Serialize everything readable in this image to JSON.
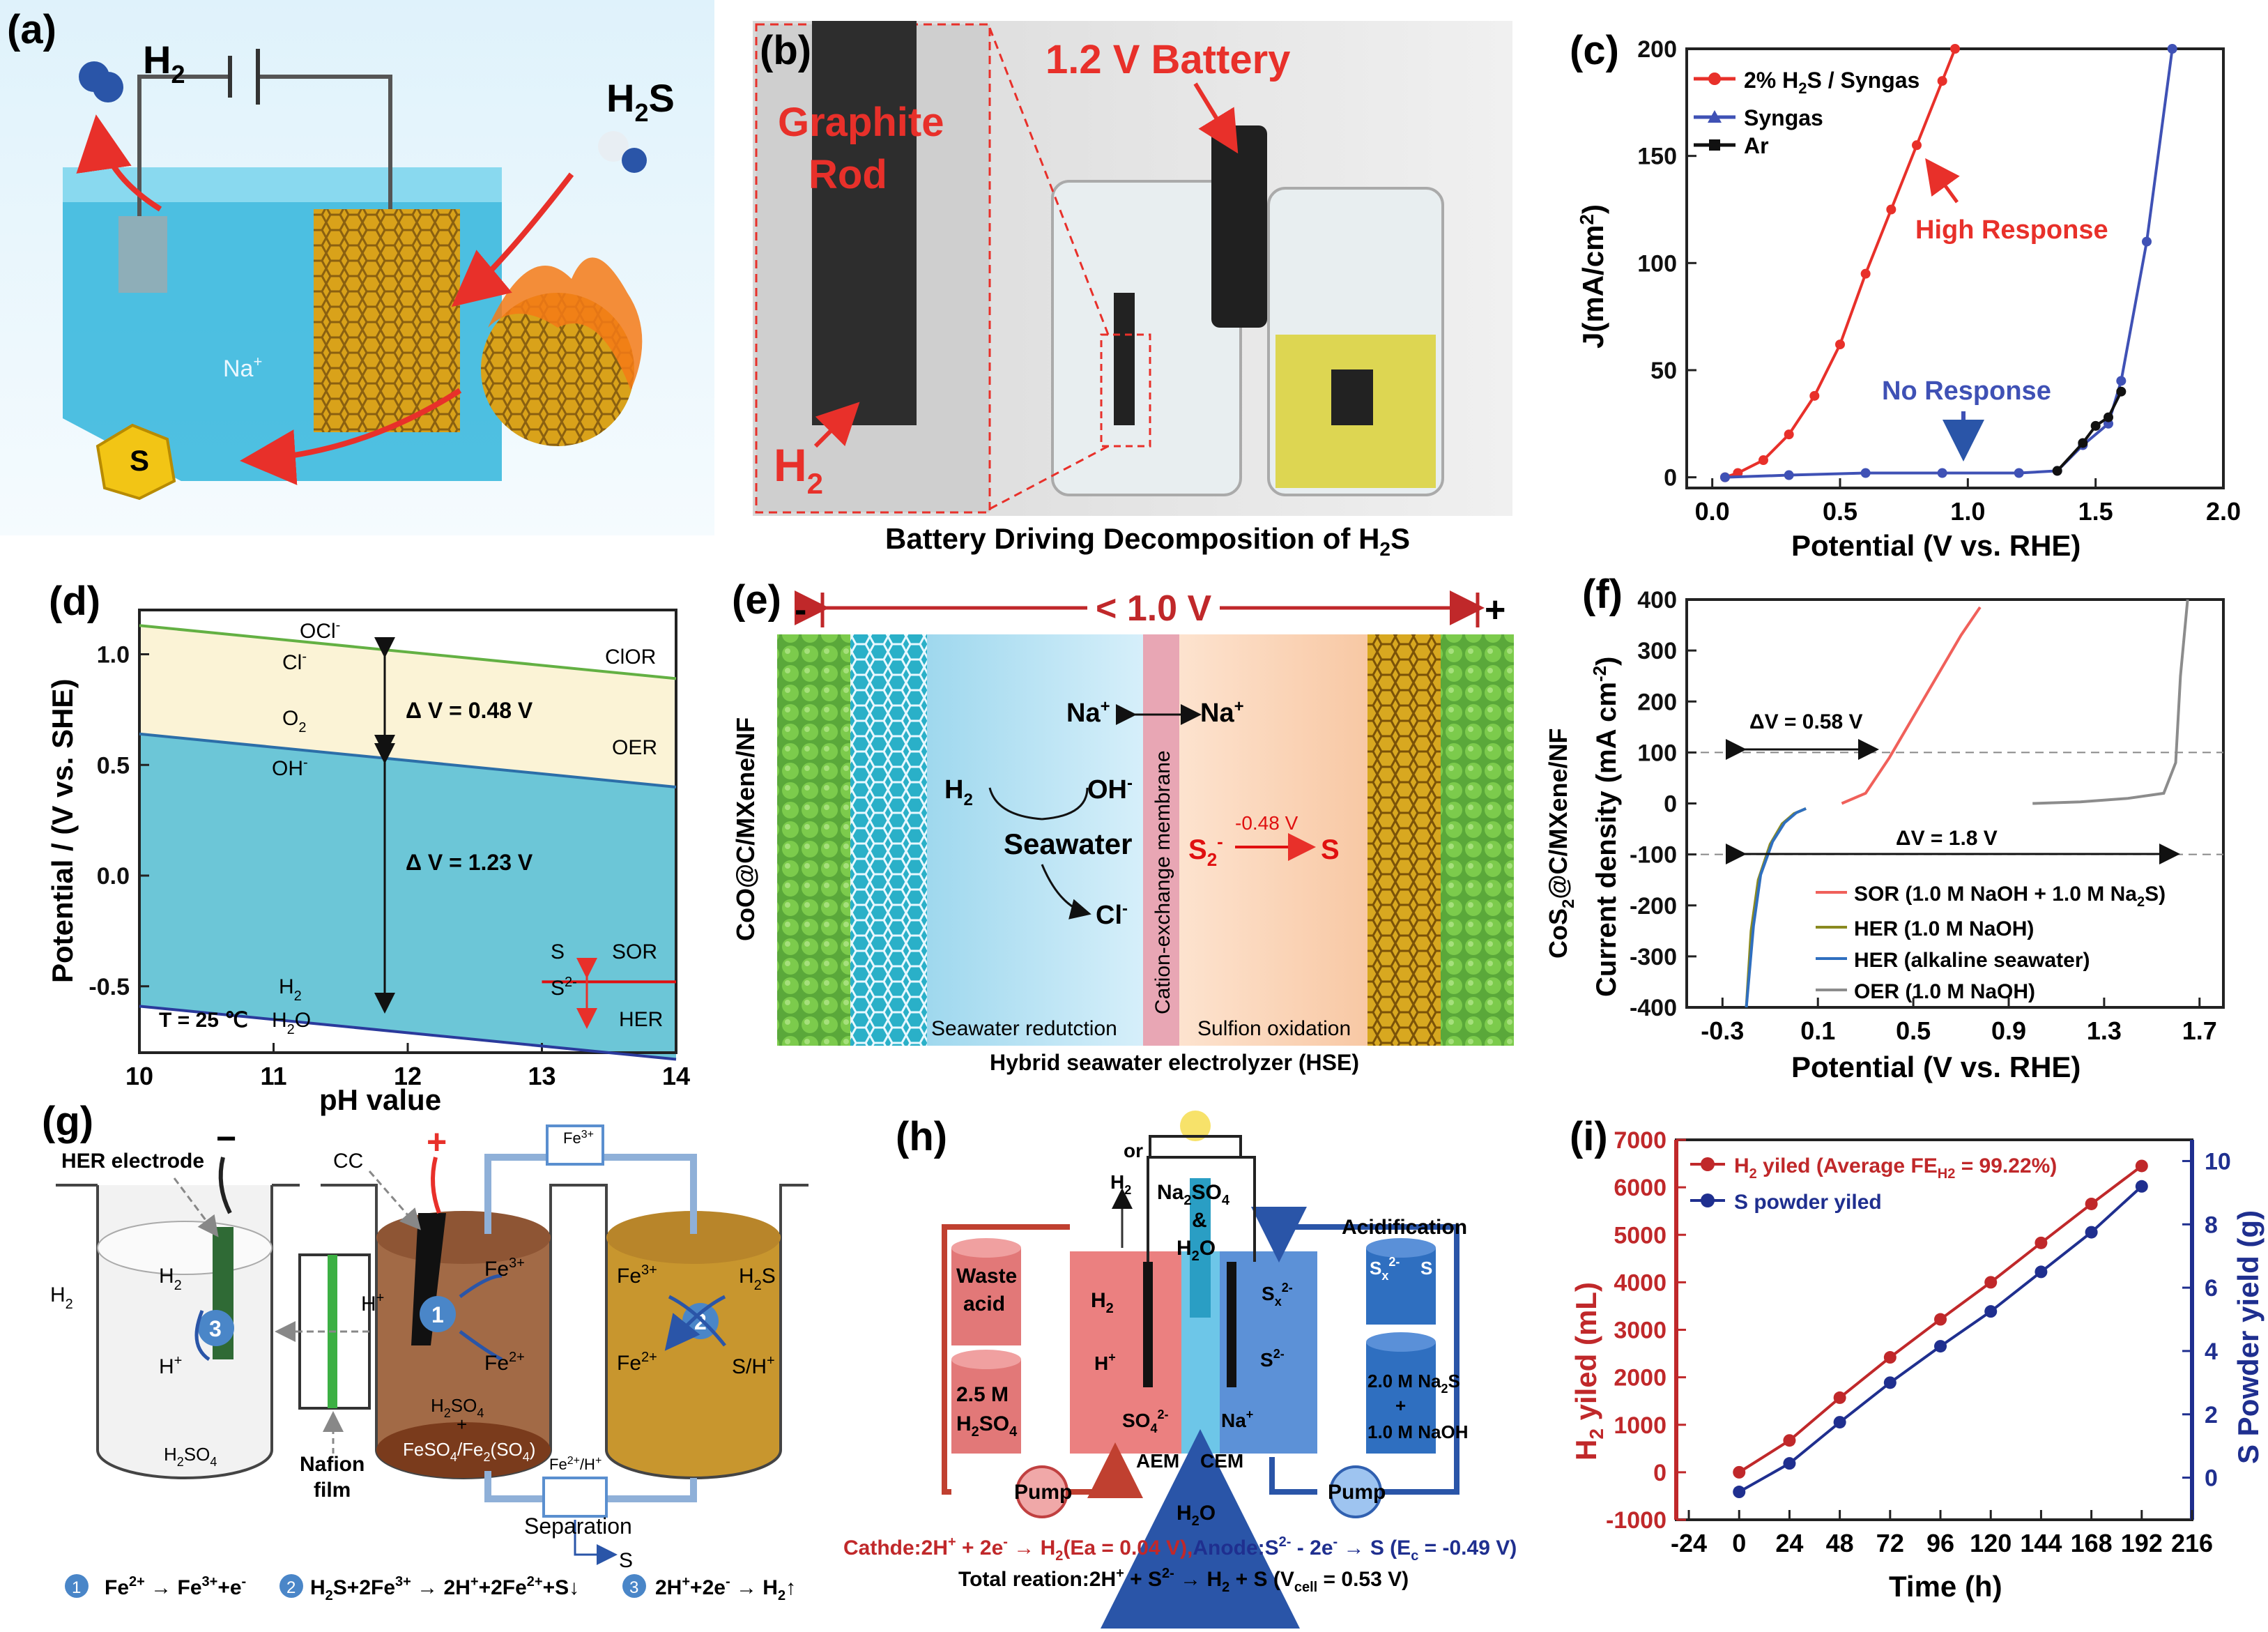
{
  "panel_labels": [
    "(a)",
    "(b)",
    "(c)",
    "(d)",
    "(e)",
    "(f)",
    "(g)",
    "(h)",
    "(i)"
  ],
  "a": {
    "h2": "H",
    "h2_sub": "2",
    "h2s": "H",
    "h2s_sub": "2",
    "h2s_tail": "S",
    "na": "Na",
    "na_sup": "+",
    "s": "S"
  },
  "b": {
    "graphite": "Graphite",
    "rod": "Rod",
    "battery": "1.2 V Battery",
    "h2": "H",
    "h2_sub": "2",
    "caption": "Battery Driving Decomposition of H",
    "caption_sub": "2",
    "caption_tail": "S"
  },
  "c": {
    "ylabel": "J(mA/cm",
    "ylabel_sup": "2",
    "ylabel_tail": ")",
    "xlabel": "Potential (V vs. RHE)",
    "legend": [
      "2% H",
      "2",
      "S / Syngas",
      "Syngas",
      "Ar"
    ],
    "high": "High Response",
    "no": "No Response"
  },
  "d": {
    "ylabel": "Potential / (V vs. SHE)",
    "xlabel": "pH value",
    "ocl": "OCl",
    "ocl_sup": "-",
    "cl": "Cl",
    "cl_sup": "-",
    "o2": "O",
    "o2_sub": "2",
    "oh": "OH",
    "oh_sup": "-",
    "cior": "ClOR",
    "oer": "OER",
    "dv1": "Δ V = 0.48 V",
    "dv2": "Δ V = 1.23 V",
    "s": "S",
    "sor": "SOR",
    "s2": "S",
    "s2_sup": "2-",
    "h2": "H",
    "h2_sub": "2",
    "h2o": "H",
    "h2o_sub": "2",
    "h2o_tail": "O",
    "her": "HER",
    "temp": "T = 25 ℃"
  },
  "e": {
    "voltage": "< 1.0 V",
    "minus": "-",
    "plus": "+",
    "left_label": "CoO@C/MXene/NF",
    "right_label": "CoS",
    "right_label_sub": "2",
    "right_label_tail": "@C/MXene/NF",
    "na1": "Na",
    "na_sup": "+",
    "na2": "Na",
    "h2": "H",
    "h2_sub": "2",
    "oh": "OH",
    "oh_sup": "-",
    "seawater": "Seawater",
    "cl": "Cl",
    "cl_sup": "-",
    "membrane": "Cation-exchange membrane",
    "s2": "S",
    "s2_sub": "2",
    "s2_sup": "-",
    "s2_v": "-0.48 V",
    "s": "S",
    "reduction": "Seawater redutction",
    "oxidation": "Sulfion oxidation",
    "caption": "Hybrid seawater electrolyzer (HSE)"
  },
  "f": {
    "ylabel": "Current density (mA cm",
    "ylabel_sup": "-2",
    "ylabel_tail": ")",
    "xlabel": "Potential (V vs. RHE)",
    "dv1": "ΔV = 0.58 V",
    "dv2": "ΔV = 1.8 V",
    "legend": [
      "SOR (1.0 M NaOH + 1.0 M Na",
      "2",
      "S)",
      "HER (1.0 M NaOH)",
      "HER (alkaline seawater)",
      "OER (1.0 M NaOH)"
    ]
  },
  "g": {
    "her_electrode": "HER electrode",
    "cc": "CC",
    "minus": "−",
    "plus": "+",
    "fe3_box": "Fe",
    "fe3_box_sup": "3+",
    "h2_left": "H",
    "h2_left_sub": "2",
    "h2_cell": "H",
    "h2_cell_sub": "2",
    "hplus": "H",
    "hplus_sup": "+",
    "h2so4": "H",
    "h2so4_sub": "2",
    "h2so4_tail": "SO",
    "h2so4_sub2": "4",
    "fe3": "Fe",
    "fe3_sup": "3+",
    "fe2": "Fe",
    "fe2_sup": "2+",
    "h2s": "H",
    "h2s_sub": "2",
    "h2s_tail": "S",
    "sh": "S/H",
    "sh_sup": "+",
    "mix1": "H",
    "plus_sign": "+",
    "mix3": "FeSO",
    "mix3_sub": "4",
    "mix3_mid": "/Fe",
    "mix3_sub2": "2",
    "mix3_mid2": "(SO",
    "mix3_sub3": "4",
    "mix3_tail": ")",
    "nafion": "Nafion",
    "film": "film",
    "separation": "Separation",
    "fe2h": "Fe",
    "fe2h_sup": "2+",
    "fe2h_tail": "/H",
    "fe2h_sup2": "+",
    "s": "S",
    "n1": "1",
    "n2": "2",
    "n3": "3",
    "eq1a": "Fe",
    "eq1b": "2+",
    "eq1c": "Fe",
    "eq1d": "3+",
    "eq1e": "+e",
    "eq1f": "-",
    "eq2a": "H",
    "eq2b": "2",
    "eq2c": "S+2Fe",
    "eq2d": "3+",
    "eq2e": "2H",
    "eq2f": "+",
    "eq2g": "+2Fe",
    "eq2h": "2+",
    "eq2i": "+S↓",
    "eq3a": "2H",
    "eq3b": "+",
    "eq3c": "+2e",
    "eq3d": "-",
    "eq3e": "H",
    "eq3f": "2",
    "eq3g": "↑"
  },
  "h": {
    "waste": "Waste",
    "acid": "acid",
    "h2so4_top": "2.5 M",
    "h2so4": "H",
    "h2so4_sub": "2",
    "h2so4_tail": "SO",
    "h2so4_sub2": "4",
    "pump": "Pump",
    "or": "or",
    "h2_top": "H",
    "h2_top_sub": "2",
    "na2so4": "Na",
    "na2so4_sub": "2",
    "na2so4_tail": "SO",
    "na2so4_sub2": "4",
    "amp": "&",
    "h2o": "H",
    "h2o_sub": "2",
    "h2o_tail": "O",
    "h2_in": "H",
    "h2_in_sub": "2",
    "hplus": "H",
    "hplus_sup": "+",
    "sx": "S",
    "sx_sub": "x",
    "sx_sup": "2-",
    "s2": "S",
    "s2_sup": "2-",
    "so4": "SO",
    "so4_sub": "4",
    "so4_sup": "2-",
    "naplus": "Na",
    "naplus_sup": "+",
    "aem": "AEM",
    "cem": "CEM",
    "acidification": "Acidification",
    "acid_sx": "S",
    "acid_sx_sub": "x",
    "acid_sx_sup": "2-",
    "acid_s": "S",
    "na2s": "2.0 M Na",
    "na2s_sub": "2",
    "na2s_tail": "S",
    "plus": "+",
    "naoh": "1.0 M NaOH",
    "cathode": "Cathde:2H",
    "cathode_sup": "+",
    "cathode_b": " + 2e",
    "cathode_sup2": "-",
    "cathode_c": " → H",
    "cathode_sub": "2",
    "cathode_d": "(Ea = 0.04 V),",
    "anode": "Anode:S",
    "anode_sup": "2-",
    "anode_b": " - 2e",
    "anode_sup2": "-",
    "anode_c": " → S (E",
    "anode_sub": "c",
    "anode_d": " = -0.49 V)",
    "total": "Total reation:2H",
    "total_sup": "+",
    "total_b": " + S",
    "total_sup2": "2-",
    "total_c": " → H",
    "total_sub": "2",
    "total_d": " + S (V",
    "total_sub2": "cell",
    "total_e": " = 0.53 V)"
  },
  "i": {
    "legend1": "H",
    "legend1_sub": "2",
    "legend1_tail": " yiled (Average FE",
    "legend1_sub2": "H2",
    "legend1_end": " = 99.22%)",
    "legend2": "S powder yiled",
    "ylabel_left": "H",
    "ylabel_left_sub": "2",
    "ylabel_left_tail": " yiled (mL)",
    "ylabel_right": "S Powder yield (g)",
    "xlabel": "Time (h)"
  },
  "colors": {
    "red": "#e8302a",
    "blue": "#3f51b5",
    "darkred": "#c0282a",
    "navy": "#1f2f8f",
    "seagreen": "#76c85a",
    "teal": "#6cc6d7"
  },
  "chart_data": [
    {
      "type": "line",
      "panel": "c",
      "xlabel": "Potential (V vs. RHE)",
      "ylabel": "J(mA/cm2)",
      "xlim": [
        -0.1,
        2.0
      ],
      "ylim": [
        -5,
        200
      ],
      "x_ticks": [
        0.0,
        0.5,
        1.0,
        1.5,
        2.0
      ],
      "y_ticks": [
        0,
        50,
        100,
        150,
        200
      ],
      "series": [
        {
          "name": "2% H2S / Syngas",
          "color": "#e8302a",
          "x": [
            0.05,
            0.1,
            0.2,
            0.3,
            0.4,
            0.5,
            0.6,
            0.7,
            0.8,
            0.9,
            0.95
          ],
          "y": [
            0,
            2,
            8,
            20,
            38,
            62,
            95,
            125,
            155,
            185,
            200
          ]
        },
        {
          "name": "Syngas",
          "color": "#3f51b5",
          "x": [
            0.05,
            0.3,
            0.6,
            0.9,
            1.2,
            1.35,
            1.45,
            1.55,
            1.6,
            1.7,
            1.8
          ],
          "y": [
            0,
            1,
            2,
            2,
            2,
            3,
            15,
            25,
            45,
            110,
            200
          ]
        },
        {
          "name": "Ar",
          "color": "#111111",
          "x": [
            1.35,
            1.45,
            1.5,
            1.55,
            1.6
          ],
          "y": [
            3,
            16,
            24,
            28,
            40
          ]
        }
      ]
    },
    {
      "type": "area",
      "panel": "d",
      "xlabel": "pH value",
      "ylabel": "Potential / (V vs. SHE)",
      "xlim": [
        10,
        14
      ],
      "ylim": [
        -0.8,
        1.2
      ],
      "x_ticks": [
        10,
        11,
        12,
        13,
        14
      ],
      "y_ticks": [
        -0.5,
        0.0,
        0.5,
        1.0
      ],
      "series": [
        {
          "name": "ClOR",
          "color": "#63b043",
          "x": [
            10,
            14
          ],
          "y": [
            1.13,
            0.89
          ]
        },
        {
          "name": "OER",
          "color": "#2c6ea8",
          "x": [
            10,
            14
          ],
          "y": [
            0.64,
            0.4
          ]
        },
        {
          "name": "SOR",
          "color": "#e01010",
          "x": [
            13,
            14
          ],
          "y": [
            -0.48,
            -0.48
          ]
        },
        {
          "name": "HER",
          "color": "#2a3a9c",
          "x": [
            10,
            14
          ],
          "y": [
            -0.59,
            -0.83
          ]
        }
      ]
    },
    {
      "type": "line",
      "panel": "f",
      "xlabel": "Potential (V vs. RHE)",
      "ylabel": "Current density (mA cm-2)",
      "xlim": [
        -0.45,
        1.8
      ],
      "ylim": [
        -400,
        400
      ],
      "x_ticks": [
        -0.3,
        0.1,
        0.5,
        0.9,
        1.3,
        1.7
      ],
      "y_ticks": [
        -400,
        -300,
        -200,
        -100,
        0,
        100,
        200,
        300,
        400
      ],
      "series": [
        {
          "name": "SOR (1.0 M NaOH + 1.0 M Na2S)",
          "color": "#f0605a",
          "x": [
            0.2,
            0.3,
            0.4,
            0.5,
            0.6,
            0.7,
            0.78
          ],
          "y": [
            0,
            20,
            90,
            170,
            250,
            330,
            385
          ]
        },
        {
          "name": "HER (1.0 M NaOH)",
          "color": "#8a8a20",
          "x": [
            -0.2,
            -0.18,
            -0.15,
            -0.1,
            -0.05,
            0.0,
            0.05
          ],
          "y": [
            -400,
            -250,
            -150,
            -80,
            -40,
            -20,
            -10
          ]
        },
        {
          "name": "HER (alkaline seawater)",
          "color": "#2f6fbf",
          "x": [
            -0.2,
            -0.17,
            -0.14,
            -0.09,
            -0.04,
            0.01,
            0.05
          ],
          "y": [
            -400,
            -240,
            -140,
            -75,
            -38,
            -18,
            -10
          ]
        },
        {
          "name": "OER (1.0 M NaOH)",
          "color": "#8c8c8c",
          "x": [
            1.0,
            1.2,
            1.4,
            1.55,
            1.6,
            1.62,
            1.65
          ],
          "y": [
            0,
            3,
            10,
            20,
            80,
            250,
            400
          ]
        }
      ]
    },
    {
      "type": "line",
      "panel": "i",
      "xlabel": "Time (h)",
      "ylabel": "H2 yiled (mL)",
      "ylabel_right": "S Powder yield (g)",
      "xlim": [
        -30,
        216
      ],
      "ylim": [
        -1000,
        7000
      ],
      "ylim_right": [
        -1.33,
        10.67
      ],
      "x_ticks": [
        -24,
        0,
        24,
        48,
        72,
        96,
        120,
        144,
        168,
        192,
        216
      ],
      "y_ticks": [
        -1000,
        0,
        1000,
        2000,
        3000,
        4000,
        5000,
        6000,
        7000
      ],
      "y_ticks_right": [
        0,
        2,
        4,
        6,
        8,
        10
      ],
      "series": [
        {
          "name": "H2 yiled (Average FEH2 = 99.22%)",
          "color": "#c0282a",
          "axis": "left",
          "x": [
            0,
            24,
            48,
            72,
            96,
            120,
            144,
            168,
            192
          ],
          "y": [
            0,
            670,
            1570,
            2420,
            3220,
            4000,
            4830,
            5650,
            6450
          ]
        },
        {
          "name": "S powder yiled",
          "color": "#1f2f8f",
          "axis": "right",
          "x": [
            0,
            24,
            48,
            72,
            96,
            120,
            144,
            168,
            192
          ],
          "y": [
            -0.45,
            0.45,
            1.75,
            3.0,
            4.15,
            5.25,
            6.5,
            7.75,
            9.2
          ]
        }
      ]
    }
  ]
}
